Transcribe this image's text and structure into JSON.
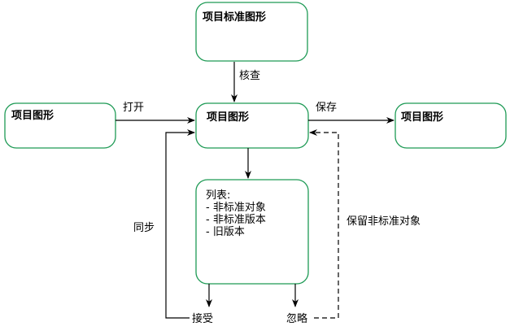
{
  "diagram": {
    "nodes": {
      "standard": {
        "title": "项目标准图形"
      },
      "source": {
        "title": "项目图形"
      },
      "center": {
        "title": "项目图形"
      },
      "target": {
        "title": "项目图形"
      },
      "list": {
        "title": "列表:",
        "items": [
          "- 非标准对象",
          "- 非标准版本",
          "- 旧版本"
        ]
      }
    },
    "edges": {
      "check": "核查",
      "open": "打开",
      "save": "保存",
      "sync": "同步",
      "keep_nonstandard": "保留非标准对象",
      "accept": "接受",
      "ignore": "忽略"
    },
    "colors": {
      "box_border": "#1e9a55",
      "line": "#000000"
    }
  }
}
